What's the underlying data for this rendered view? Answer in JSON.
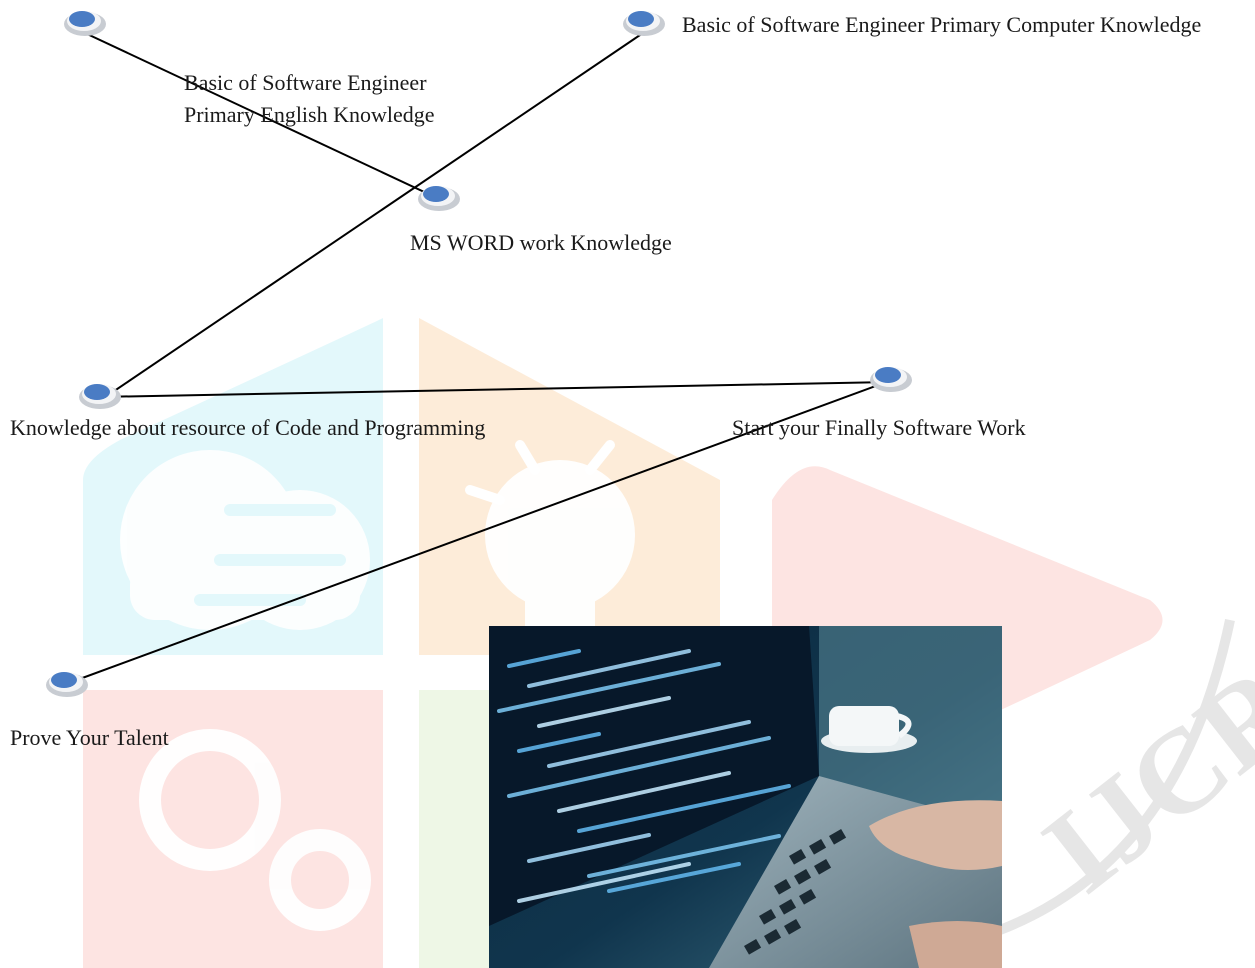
{
  "nodes": [
    {
      "id": "top-left",
      "name": "node-top-left"
    },
    {
      "id": "computer",
      "name": "node-primary-computer",
      "label": "Basic of Software Engineer Primary Computer Knowledge"
    },
    {
      "id": "english",
      "name": "node-ms-word",
      "label_lines": [
        "Basic of Software Engineer",
        "Primary English Knowledge"
      ]
    },
    {
      "id": "msword",
      "label": "MS WORD work Knowledge"
    },
    {
      "id": "resource",
      "name": "node-code-resource",
      "label": "Knowledge about resource of Code and Programming"
    },
    {
      "id": "finally",
      "name": "node-finally-software",
      "label": "Start your Finally Software Work"
    },
    {
      "id": "talent",
      "name": "node-prove-talent",
      "label": "Prove Your Talent"
    }
  ],
  "colors": {
    "node_fill": "#4a7cc4",
    "node_ring": "#c8ccd2",
    "line": "#000000",
    "watermark_cyan": "#e3f8fb",
    "watermark_orange": "#fdecd9",
    "watermark_red": "#fde4e2",
    "watermark_green": "#eef7e6",
    "watermark_gray": "#e6e6e6"
  },
  "watermark_text": "IJCRT",
  "photo": {
    "icon": "laptop-code-photo"
  }
}
